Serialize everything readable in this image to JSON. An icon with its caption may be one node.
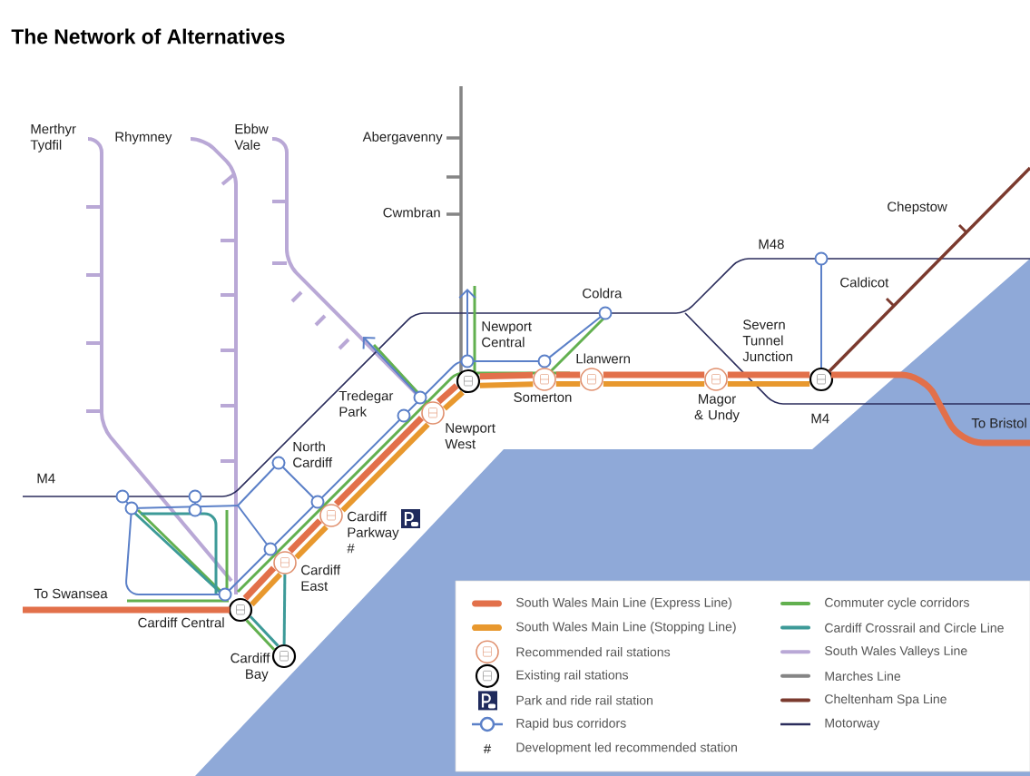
{
  "diagram": {
    "title": "The Network of Alternatives",
    "nodes": [
      {
        "text": [],
        "shape": "circle",
        "beside": [
          "Cardiff Central"
        ]
      },
      {
        "text": [],
        "shape": "circle",
        "beside": [
          "Cardiff East"
        ]
      },
      {
        "text": [],
        "shape": "circle",
        "beside": [
          "Cardiff Parkway #"
        ]
      },
      {
        "text": [],
        "shape": "circle",
        "beside": [
          "Newport West"
        ]
      },
      {
        "text": [],
        "shape": "circle",
        "beside": [
          "Newport Central"
        ]
      },
      {
        "text": [],
        "shape": "circle",
        "beside": [
          "Somerton"
        ]
      },
      {
        "text": [],
        "shape": "circle",
        "beside": [
          "Llanwern"
        ]
      },
      {
        "text": [],
        "shape": "circle",
        "beside": [
          "Magor & Undy"
        ]
      },
      {
        "text": [],
        "shape": "circle",
        "beside": [
          "Severn Tunnel Junction"
        ]
      },
      {
        "text": [],
        "shape": "circle",
        "beside": [
          "Cardiff Bay"
        ]
      }
    ],
    "edges": [
      {
        "from": 0,
        "to": 1,
        "arrow": "none",
        "color": "#e2704a"
      },
      {
        "from": 0,
        "to": 1,
        "arrow": "none",
        "color": "#e8982e"
      },
      {
        "from": 1,
        "to": 2,
        "arrow": "none",
        "color": "#e2704a"
      },
      {
        "from": 1,
        "to": 2,
        "arrow": "none",
        "color": "#e8982e"
      },
      {
        "from": 2,
        "to": 3,
        "arrow": "none",
        "color": "#e2704a"
      },
      {
        "from": 2,
        "to": 3,
        "arrow": "none",
        "color": "#e8982e"
      },
      {
        "from": 3,
        "to": 4,
        "arrow": "none",
        "color": "#e2704a"
      },
      {
        "from": 3,
        "to": 4,
        "arrow": "none",
        "color": "#e8982e"
      },
      {
        "from": 4,
        "to": 5,
        "arrow": "none",
        "color": "#e2704a"
      },
      {
        "from": 4,
        "to": 5,
        "arrow": "none",
        "color": "#e8982e"
      },
      {
        "from": 5,
        "to": 6,
        "arrow": "none",
        "color": "#e2704a"
      },
      {
        "from": 5,
        "to": 6,
        "arrow": "none",
        "color": "#e8982e"
      },
      {
        "from": 6,
        "to": 7,
        "arrow": "none",
        "color": "#e2704a"
      },
      {
        "from": 6,
        "to": 7,
        "arrow": "none",
        "color": "#e8982e"
      },
      {
        "from": 7,
        "to": 8,
        "arrow": "none",
        "color": "#e2704a"
      },
      {
        "from": 7,
        "to": 8,
        "arrow": "none",
        "color": "#e8982e"
      },
      {
        "from": 0,
        "to": 9,
        "arrow": "none",
        "color": "#3d9a98"
      },
      {
        "from": 0,
        "to": 9,
        "arrow": "none",
        "color": "#62b04f"
      },
      {
        "from": 1,
        "to": 9,
        "arrow": "none",
        "color": "#3d9a98"
      },
      {
        "from": null,
        "to": 0,
        "arrow": "none",
        "color": "#e2704a"
      },
      {
        "from": 8,
        "to": null,
        "arrow": "none",
        "color": "#e2704a"
      },
      {
        "from": 8,
        "to": null,
        "arrow": "none",
        "color": "#7b3a2e"
      }
    ],
    "labels": [
      "Merthyr Tydfil",
      "Rhymney",
      "Ebbw Vale",
      "Abergavenny",
      "Cwmbran",
      "M48",
      "Chepstow",
      "Coldra",
      "Caldicot",
      "Tredegar Park",
      "North Cardiff",
      "M4",
      "M4",
      "To Bristol",
      "To Swansea",
      "#"
    ],
    "legend": [
      {
        "text": "South Wales Main Line (Express Line)",
        "color": "#e2704a"
      },
      {
        "text": "South Wales Main Line (Stopping Line)",
        "color": "#e8982e"
      },
      {
        "text": "Recommended rail stations"
      },
      {
        "text": "Existing rail stations"
      },
      {
        "text": "Park and ride rail station"
      },
      {
        "text": "Rapid bus corridors"
      },
      {
        "text": "Development led recommended station"
      },
      {
        "text": "Commuter cycle corridors",
        "color": "#62b04f"
      },
      {
        "text": "Cardiff Crossrail and Circle Line",
        "color": "#3d9a98"
      },
      {
        "text": "South Wales Valleys Line",
        "color": "#b9a8d6"
      },
      {
        "text": "Marches Line",
        "color": "#858585"
      },
      {
        "text": "Cheltenham Spa Line",
        "color": "#7b3a2e"
      },
      {
        "text": "Motorway",
        "color": "#2b2d5c"
      }
    ]
  }
}
